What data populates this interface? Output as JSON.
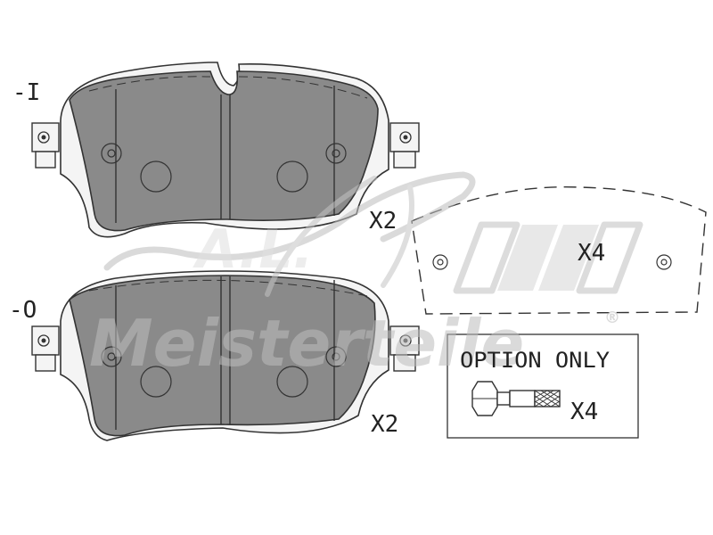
{
  "labels": {
    "pad_top_marker": "-I",
    "pad_bottom_marker": "-O",
    "pad_top_qty": "X2",
    "pad_bottom_qty": "X2",
    "shim_qty": "X4",
    "option_title": "OPTION ONLY",
    "bolt_qty": "X4"
  },
  "watermark": {
    "brand": "Meisterteile",
    "monogram": "A.L.",
    "registered": "®"
  },
  "colors": {
    "pad_fill": "#8a8a8a",
    "outline": "#333333",
    "watermark": "#c8c8c8"
  }
}
